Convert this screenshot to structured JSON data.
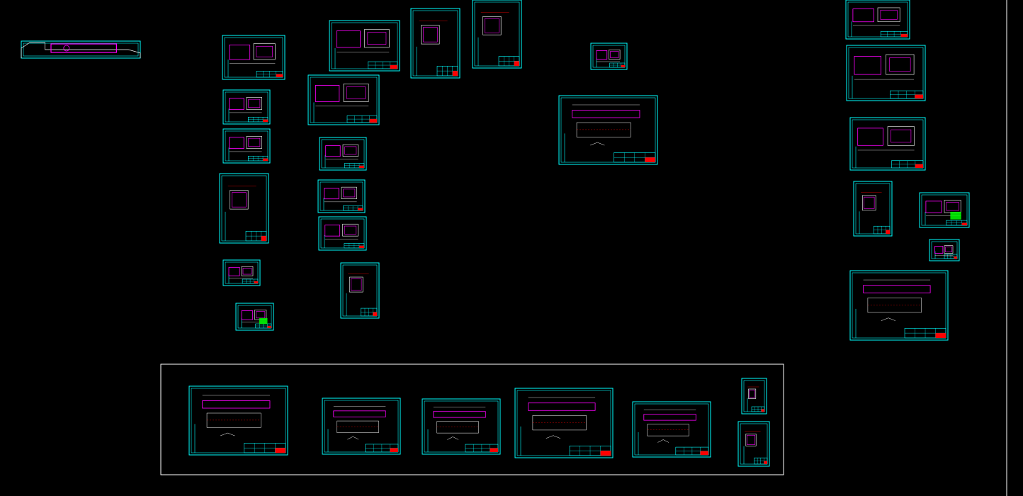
{
  "viewport": {
    "background": "#000000",
    "colors": {
      "sheet_border": "#00ffff",
      "part_outline": "#ff00ff",
      "dimension": "#ffffff",
      "hatch": "#00ff00",
      "title_block_accent": "#ff0000",
      "group_frame": "#ffffff"
    }
  },
  "drawing_sheets": {
    "top_strip": {
      "kind": "strip"
    },
    "left_column": [
      {
        "kind": "landscape"
      },
      {
        "kind": "landscape"
      },
      {
        "kind": "landscape"
      },
      {
        "kind": "portrait"
      },
      {
        "kind": "small"
      },
      {
        "kind": "small-green"
      }
    ],
    "center_left_column": [
      {
        "kind": "landscape"
      },
      {
        "kind": "landscape"
      },
      {
        "kind": "small"
      },
      {
        "kind": "small"
      },
      {
        "kind": "small"
      },
      {
        "kind": "portrait"
      }
    ],
    "center_top": [
      {
        "kind": "portrait"
      },
      {
        "kind": "portrait"
      },
      {
        "kind": "small"
      }
    ],
    "center_large": {
      "kind": "long-beam"
    },
    "right_column": [
      {
        "kind": "landscape"
      },
      {
        "kind": "landscape"
      },
      {
        "kind": "landscape"
      },
      {
        "kind": "portrait"
      },
      {
        "kind": "small-green"
      },
      {
        "kind": "small"
      },
      {
        "kind": "long-beam"
      }
    ],
    "bottom_group": [
      {
        "kind": "long-beam"
      },
      {
        "kind": "long-beam"
      },
      {
        "kind": "long-beam"
      },
      {
        "kind": "long-beam"
      },
      {
        "kind": "long-beam"
      },
      {
        "kind": "portrait"
      },
      {
        "kind": "portrait"
      }
    ]
  }
}
